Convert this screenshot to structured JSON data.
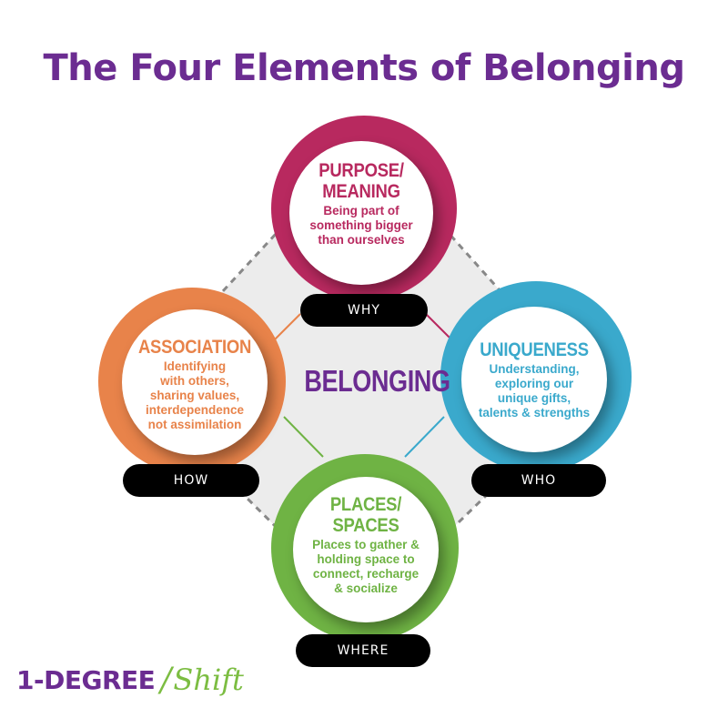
{
  "title": "The Four Elements of Belonging",
  "center_label": "BELONGING",
  "nodes": {
    "top": {
      "title_line1": "PURPOSE/",
      "title_line2": "MEANING",
      "desc": [
        "Being part of",
        "something bigger",
        "than ourselves"
      ],
      "tag": "WHY",
      "color": "#b8295f"
    },
    "left": {
      "title_line1": "ASSOCIATION",
      "desc": [
        "Identifying",
        "with others,",
        "sharing values,",
        "interdependence",
        "not assimilation"
      ],
      "tag": "HOW",
      "color": "#e8834a"
    },
    "right": {
      "title_line1": "UNIQUENESS",
      "desc": [
        "Understanding,",
        "exploring our",
        "unique gifts,",
        "talents & strengths"
      ],
      "tag": "WHO",
      "color": "#3aa9cc"
    },
    "bottom": {
      "title_line1": "PLACES/",
      "title_line2": "SPACES",
      "desc": [
        "Places to gather &",
        "holding space to",
        "connect, recharge",
        "& socialize"
      ],
      "tag": "WHERE",
      "color": "#6fb344"
    }
  },
  "logo": {
    "main": "1-DEGREE",
    "slash": "/",
    "script": "Shift",
    "main_color": "#6b2c91",
    "accent_color": "#7cbd42"
  }
}
